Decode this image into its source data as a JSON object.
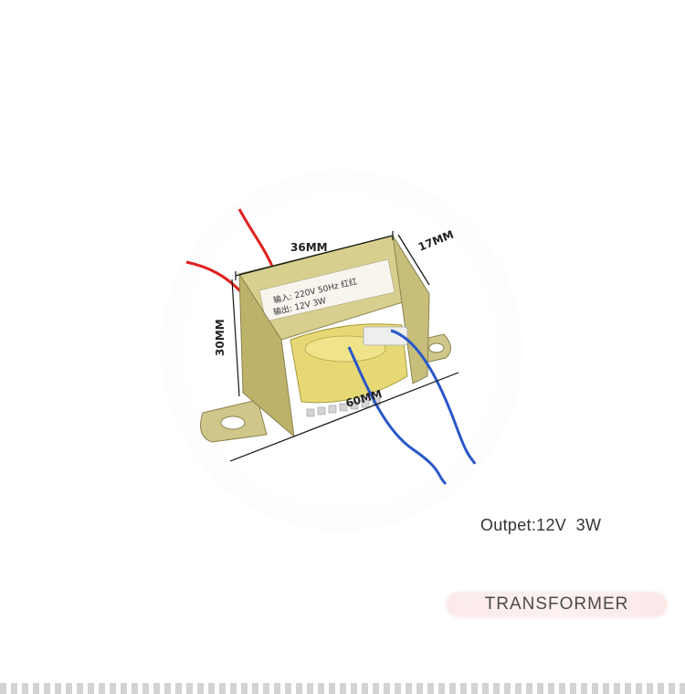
{
  "product": {
    "dimensions": {
      "width": "36MM",
      "depth": "17MM",
      "height": "30MM",
      "length": "60MM"
    },
    "label": {
      "line1": "输入: 220V 50Hz 红红",
      "line2": "输出: 12V 3W"
    },
    "colors": {
      "frame": "#c9bd73",
      "coil": "#e6d875",
      "wire_red": "#e02020",
      "wire_blue": "#2a57c8"
    }
  },
  "output_text": "Outpet:12V  3W",
  "banner": {
    "label": "TRANSFORMER"
  }
}
